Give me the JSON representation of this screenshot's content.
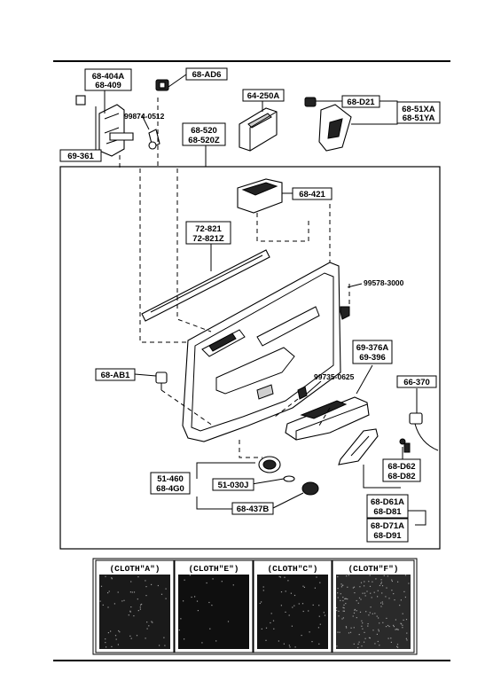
{
  "parts": {
    "p68_404a": "68-404A",
    "p68_409": "68-409",
    "p68_ad6": "68-AD6",
    "p64_250a": "64-250A",
    "p68_d21": "68-D21",
    "p68_51xa": "68-51XA",
    "p68_51ya": "68-51YA",
    "p99874": "99874-0512",
    "p69_361": "69-361",
    "p68_520": "68-520",
    "p68_520z": "68-520Z",
    "p68_421": "68-421",
    "p72_821": "72-821",
    "p72_821z": "72-821Z",
    "p99578": "99578-3000",
    "p69_376a": "69-376A",
    "p69_396": "69-396",
    "p68_ab1": "68-AB1",
    "p99735": "99735-0625",
    "p66_370": "66-370",
    "p68_d62": "68-D62",
    "p68_d82": "68-D82",
    "p51_460": "51-460",
    "p68_4g0": "68-4G0",
    "p51_030j": "51-030J",
    "p68_437b": "68-437B",
    "p68_d61a": "68-D61A",
    "p68_d81": "68-D81",
    "p68_d71a": "68-D71A",
    "p68_d91": "68-D91"
  },
  "swatches": [
    {
      "label": "(CLOTH\"A\")"
    },
    {
      "label": "(CLOTH\"E\")"
    },
    {
      "label": "(CLOTH\"C\")"
    },
    {
      "label": "(CLOTH\"F\")"
    }
  ],
  "colors": {
    "ink": "#000000",
    "paper": "#ffffff",
    "fabric": "#1a1a1a"
  }
}
